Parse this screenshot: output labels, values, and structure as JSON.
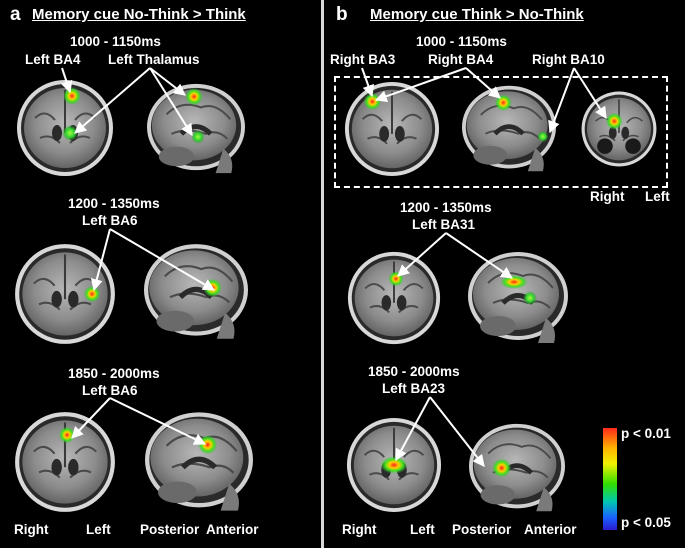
{
  "panel_a": {
    "letter": "a",
    "title": "Memory cue No-Think > Think",
    "rows": [
      {
        "time": "1000 - 1150ms",
        "regions": [
          "Left BA4",
          "Left Thalamus"
        ]
      },
      {
        "time": "1200 - 1350ms",
        "regions": [
          "Left BA6"
        ]
      },
      {
        "time": "1850 - 2000ms",
        "regions": [
          "Left BA6"
        ]
      }
    ],
    "orientation": {
      "right": "Right",
      "left": "Left",
      "posterior": "Posterior",
      "anterior": "Anterior"
    }
  },
  "panel_b": {
    "letter": "b",
    "title": "Memory cue Think > No-Think",
    "rows": [
      {
        "time": "1000 - 1150ms",
        "regions": [
          "Right BA3",
          "Right BA4",
          "Right BA10"
        ]
      },
      {
        "time": "1200 - 1350ms",
        "regions": [
          "Left BA31"
        ]
      },
      {
        "time": "1850 - 2000ms",
        "regions": [
          "Left BA23"
        ]
      }
    ],
    "frontal_labels": {
      "right": "Right",
      "left": "Left"
    },
    "orientation": {
      "right": "Right",
      "left": "Left",
      "posterior": "Posterior",
      "anterior": "Anterior"
    }
  },
  "colorbar": {
    "top_label": "p < 0.01",
    "bottom_label": "p < 0.05"
  }
}
